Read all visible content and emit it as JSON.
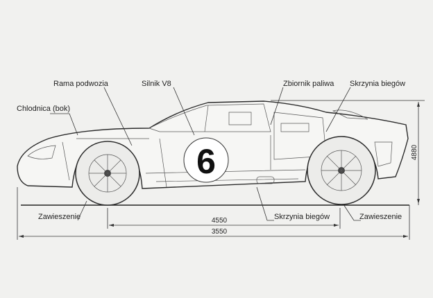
{
  "labels": {
    "chassis_frame": "Rama podwozia",
    "engine": "Silnik V8",
    "fuel_tank": "Zbiornik paliwa",
    "gearbox_top": "Skrzynia biegów",
    "radiator": "Chlodnica (bok)",
    "suspension_front": "Zawieszenie",
    "gearbox_bottom": "Skrzynia biegów",
    "suspension_rear": "Zawieszenie"
  },
  "race_number": "6",
  "dimensions": {
    "wheelbase": "4550",
    "length": "3550",
    "height": "4880"
  }
}
